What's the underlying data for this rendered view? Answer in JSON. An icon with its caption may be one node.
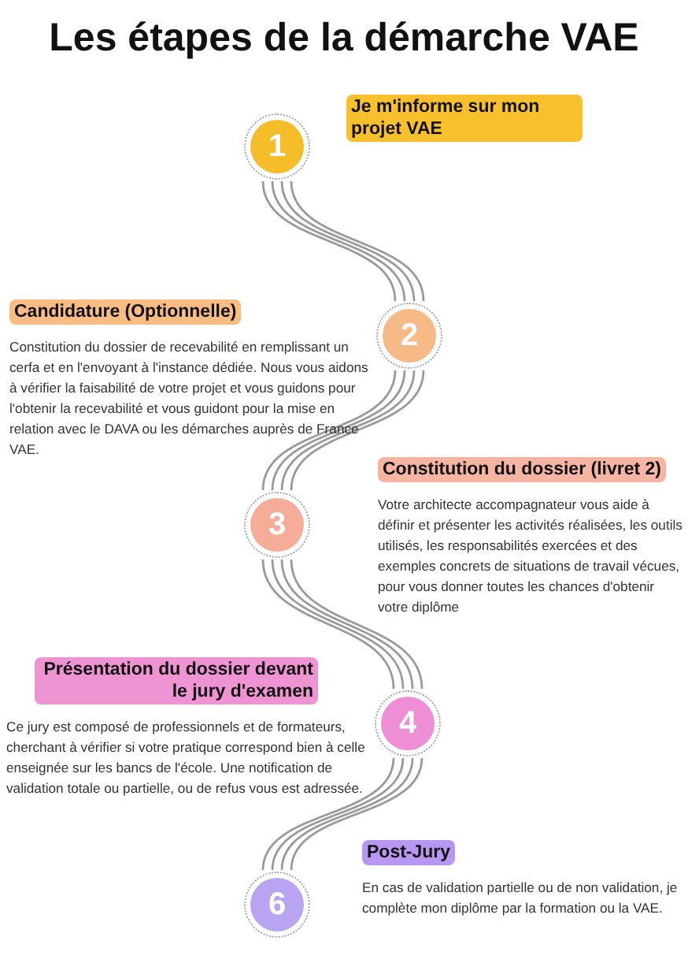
{
  "diagram": {
    "title": "Les étapes de la démarche VAE",
    "nodes": [
      {
        "text": [
          "Je m'informe sur mon projet VAE"
        ]
      },
      {
        "text": [
          "1"
        ]
      },
      {
        "text": [
          "Candidature (Optionnelle)",
          "Constitution du dossier de recevabilité en remplissant un cerfa et en l'envoyant à l'instance dédiée. Nous vous aidons à vérifier la faisabilité de votre projet et vous guidons pour l'obtenir la recevabilité et vous guidont pour la mise en relation avec le DAVA ou les démarches auprès de France VAE."
        ]
      },
      {
        "text": [
          "2"
        ]
      },
      {
        "text": [
          "Constitution du dossier (livret 2)",
          "Votre architecte accompagnateur vous aide à définir et présenter les activités réalisées, les outils utilisés, les responsabilités exercées et des exemples concrets de situations de travail vécues, pour vous donner toutes les chances d'obtenir votre diplôme"
        ]
      },
      {
        "text": [
          "3"
        ]
      },
      {
        "text": [
          "Présentation du dossier devant le jury d'examen",
          "Ce jury est composé de professionnels et de formateurs, cherchant à vérifier si votre pratique correspond bien à celle enseignée sur les bancs de l'école. Une notification de validation totale ou partielle, ou de refus vous est adressée."
        ]
      },
      {
        "text": [
          "4"
        ]
      },
      {
        "text": [
          "Post-Jury",
          "En cas de validation partielle ou de non validation, je complète mon diplôme par la formation ou la VAE."
        ]
      },
      {
        "text": [
          "6"
        ]
      }
    ],
    "edges": [
      {
        "from": 1,
        "to": 3,
        "arrow": "none"
      },
      {
        "from": 3,
        "to": 5,
        "arrow": "none"
      },
      {
        "from": 5,
        "to": 7,
        "arrow": "none"
      },
      {
        "from": 7,
        "to": 9,
        "arrow": "none"
      }
    ]
  }
}
